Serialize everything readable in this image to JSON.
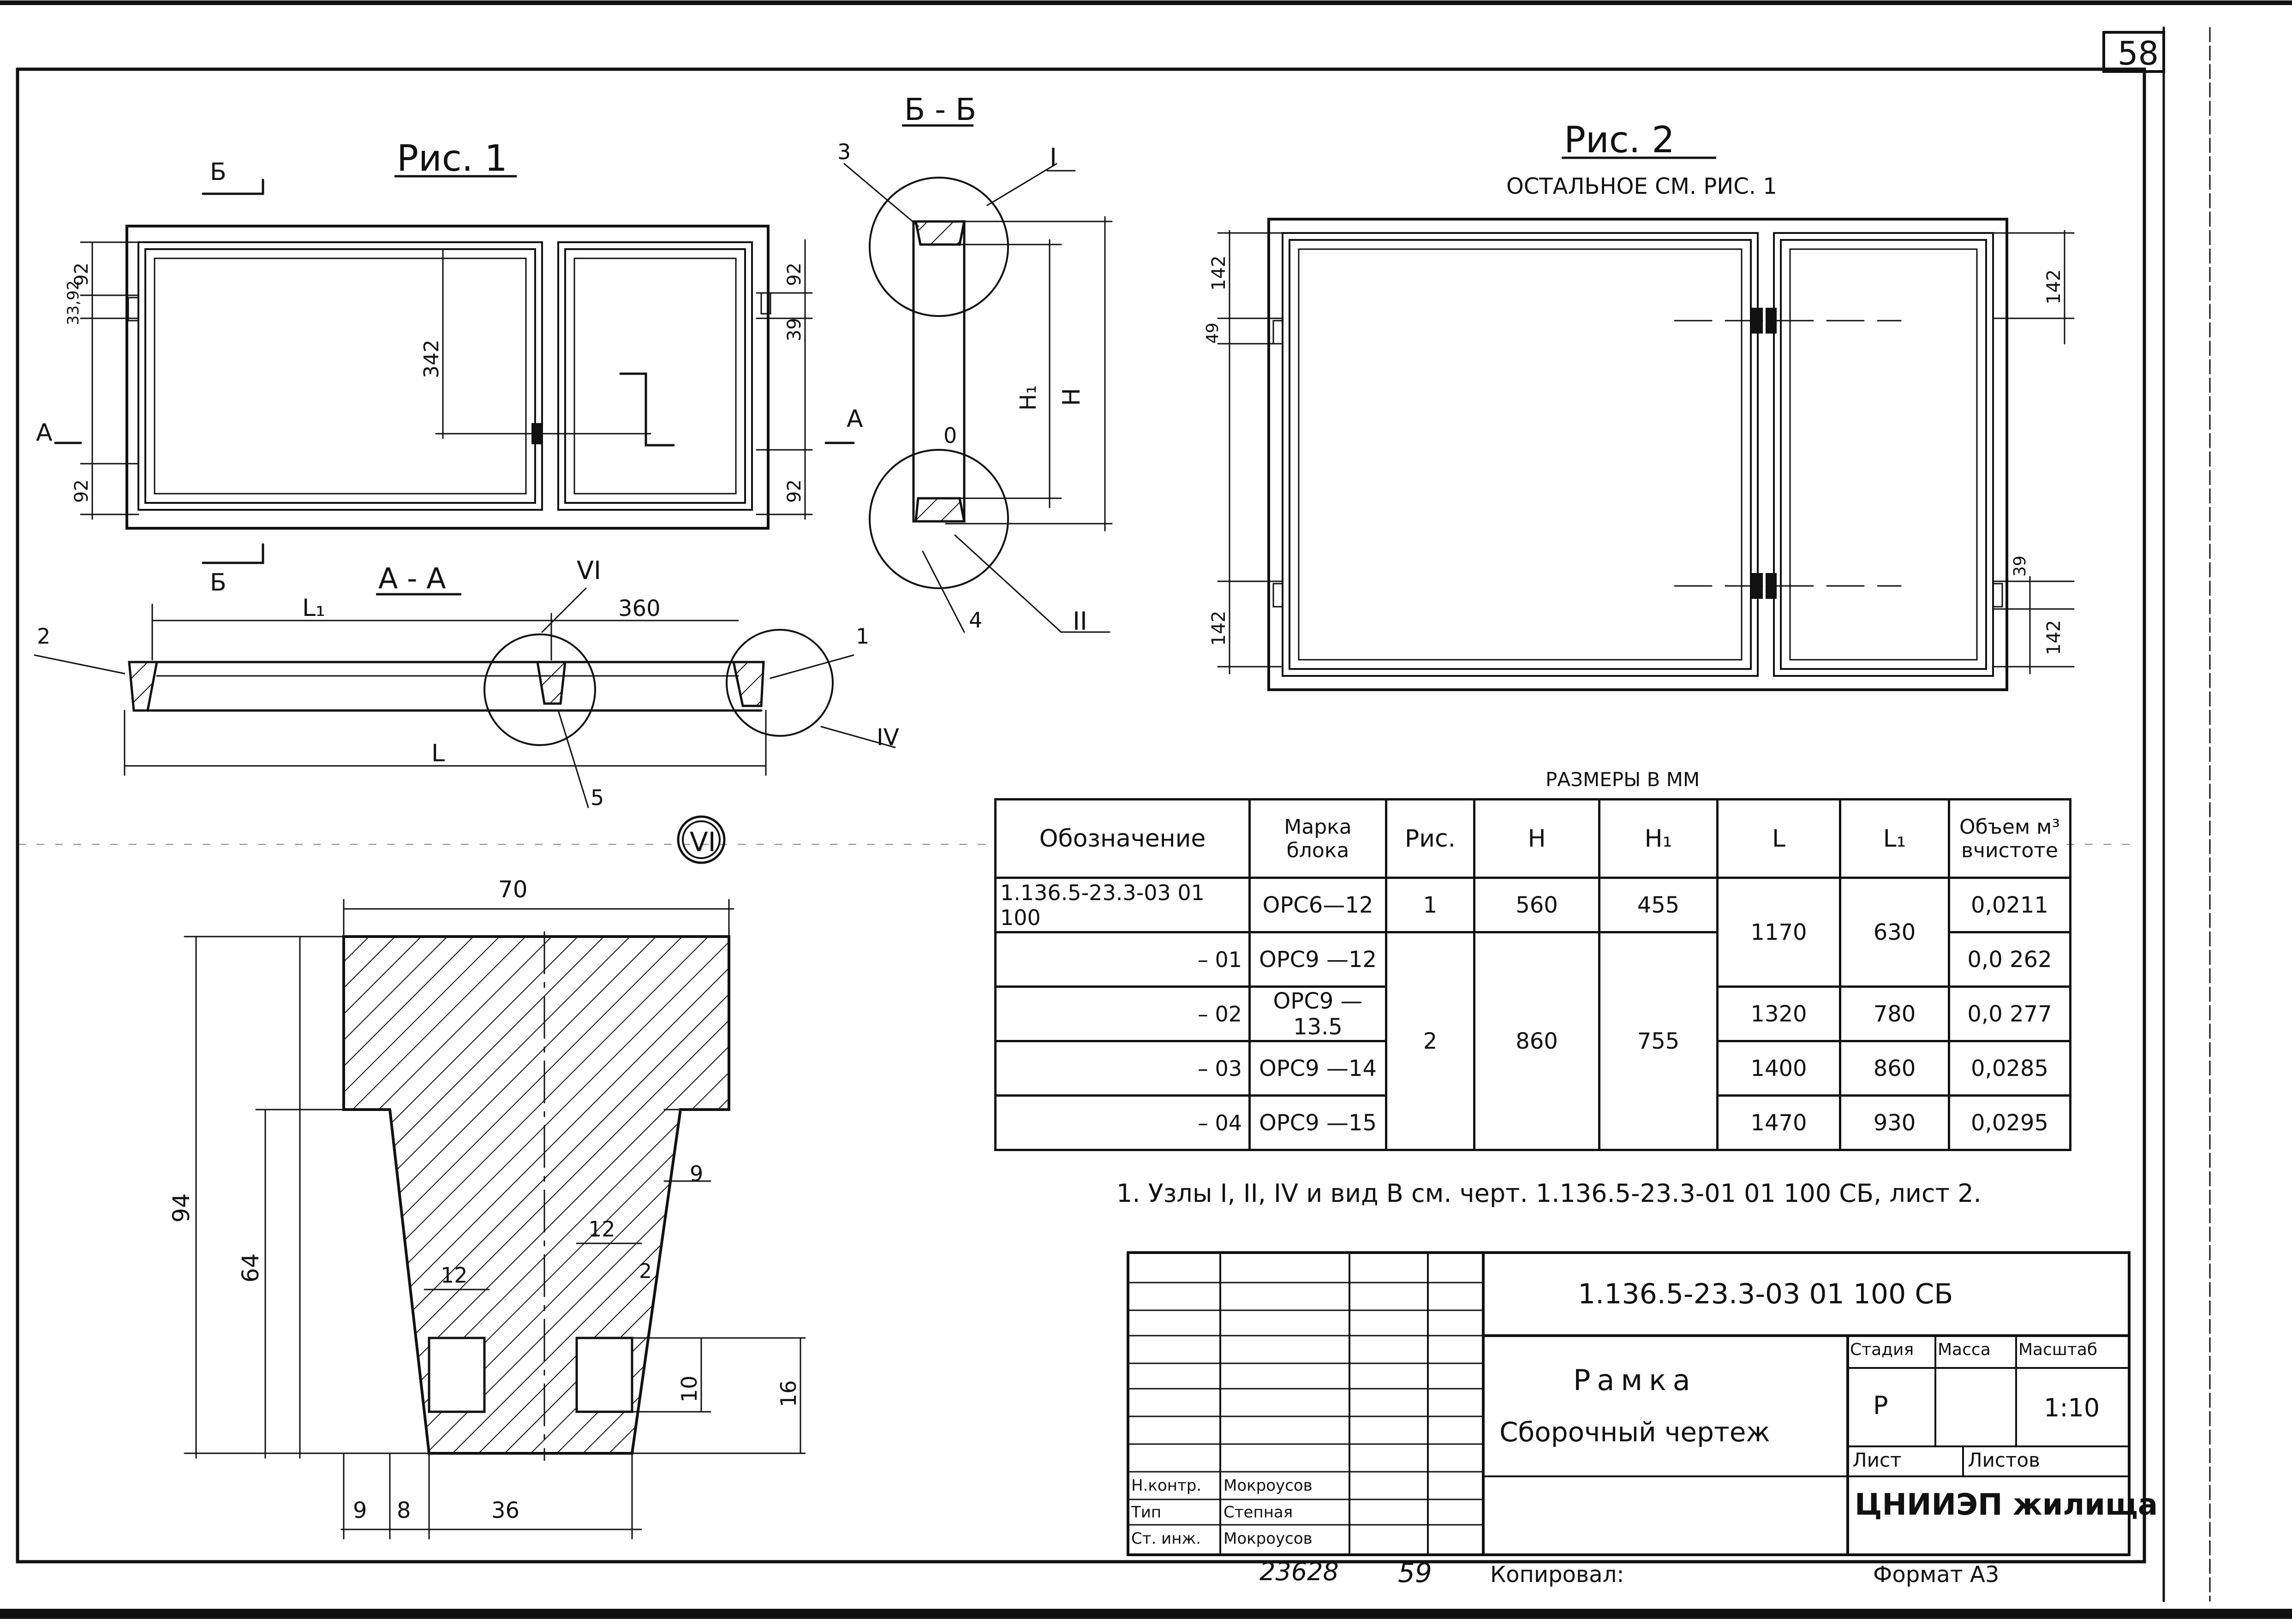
{
  "sheet_number": "58",
  "figures": {
    "fig1_title": "Рис. 1",
    "fig2_title": "Рис. 2",
    "fig2_note": "ОСТАЛЬНОЕ СМ. РИС. 1",
    "section_bb": "Б - Б",
    "section_aa": "А - А",
    "detail_vi": "VI"
  },
  "labels": {
    "cut_b": "Б",
    "cut_a": "А",
    "node_i": "I",
    "node_ii": "II",
    "node_iv": "IV",
    "node_vi": "VI",
    "pos_1": "1",
    "pos_2": "2",
    "pos_3": "3",
    "pos_4": "4",
    "pos_5": "5",
    "h": "H",
    "h1": "H₁",
    "l": "L",
    "l1": "L₁",
    "zero": "0"
  },
  "dimensions": {
    "fig1": [
      "92",
      "33,92",
      "342",
      "92",
      "39",
      "92",
      "92"
    ],
    "aa": [
      "360"
    ],
    "fig2": [
      "142",
      "49",
      "142",
      "39",
      "142",
      "142"
    ],
    "detail": [
      "70",
      "94",
      "64",
      "9",
      "12",
      "12",
      "2",
      "10",
      "16",
      "9",
      "8",
      "36"
    ]
  },
  "table": {
    "caption": "РАЗМЕРЫ В ММ",
    "headers": [
      "Обозначение",
      "Марка блока",
      "Рис.",
      "H",
      "H₁",
      "L",
      "L₁",
      "Объем м³ вчистоте"
    ],
    "rows": [
      {
        "code": "1.136.5-23.3-03 01 100",
        "mark": "ОРС6—12",
        "fig": "1",
        "h": "560",
        "h1": "455",
        "l": "1170",
        "l1": "630",
        "vol": "0,0211"
      },
      {
        "code": "– 01",
        "mark": "ОРС9 —12",
        "fig": "",
        "h": "",
        "h1": "",
        "l": "",
        "l1": "",
        "vol": "0,0 262"
      },
      {
        "code": "– 02",
        "mark": "ОРС9 —13.5",
        "fig": "2",
        "h": "860",
        "h1": "755",
        "l": "1320",
        "l1": "780",
        "vol": "0,0 277"
      },
      {
        "code": "– 03",
        "mark": "ОРС9 —14",
        "fig": "",
        "h": "",
        "h1": "",
        "l": "1400",
        "l1": "860",
        "vol": "0,0285"
      },
      {
        "code": "– 04",
        "mark": "ОРС9 —15",
        "fig": "",
        "h": "",
        "h1": "",
        "l": "1470",
        "l1": "930",
        "vol": "0,0295"
      }
    ]
  },
  "note": "1. Узлы I, II, IV и вид В см. черт. 1.136.5-23.3-01 01 100 СБ, лист 2.",
  "title_block": {
    "doc_code": "1.136.5-23.3-03 01 100 СБ",
    "name_line1": "Рамка",
    "name_line2": "Сборочный чертеж",
    "stage_h": "Стадия",
    "mass_h": "Масса",
    "scale_h": "Масштаб",
    "stage": "Р",
    "scale": "1:10",
    "sheet_h": "Лист",
    "sheets_h": "Листов",
    "org": "ЦНИИЭП жилища",
    "signers": [
      {
        "role": "Н.контр.",
        "name": "Мокроусов"
      },
      {
        "role": "Тип",
        "name": "Степная"
      },
      {
        "role": "Ст. инж.",
        "name": "Мокроусов"
      }
    ]
  },
  "footer": {
    "inv": "23628",
    "page": "59",
    "copied_label": "Копировал:",
    "format": "Формат А3"
  }
}
